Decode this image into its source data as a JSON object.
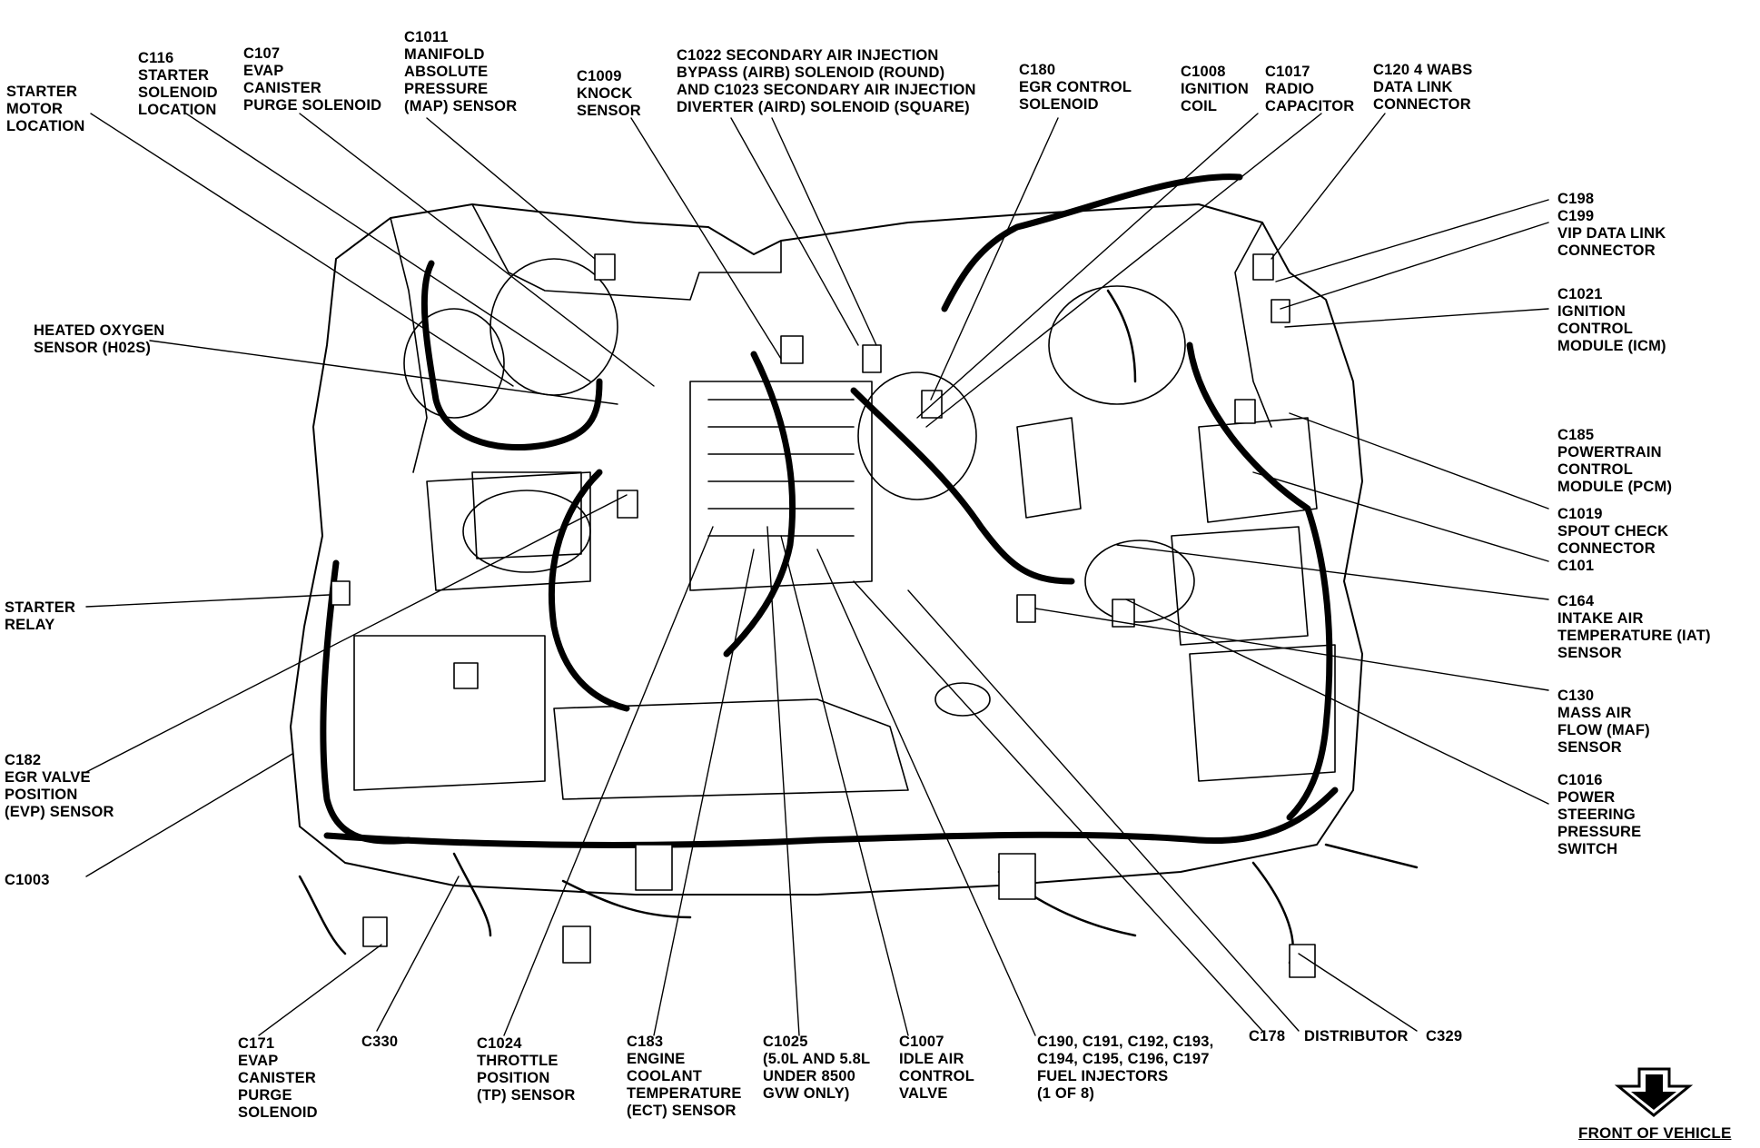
{
  "diagram": {
    "labels": {
      "starter_motor": [
        "STARTER",
        "MOTOR",
        "LOCATION"
      ],
      "c116": [
        "C116",
        "STARTER",
        "SOLENOID",
        "LOCATION"
      ],
      "c107": [
        "C107",
        "EVAP",
        "CANISTER",
        "PURGE SOLENOID"
      ],
      "c1011": [
        "C1011",
        "MANIFOLD",
        "ABSOLUTE",
        "PRESSURE",
        "(MAP) SENSOR"
      ],
      "c1009": [
        "C1009",
        "KNOCK",
        "SENSOR"
      ],
      "c1022": [
        "C1022 SECONDARY AIR INJECTION",
        "BYPASS (AIRB) SOLENOID  (ROUND)",
        "AND C1023 SECONDARY AIR INJECTION",
        "DIVERTER (AIRD) SOLENOID (SQUARE)"
      ],
      "c180": [
        "C180",
        "EGR CONTROL",
        "SOLENOID"
      ],
      "c1008": [
        "C1008",
        "IGNITION",
        "COIL"
      ],
      "c1017": [
        "C1017",
        "RADIO",
        "CAPACITOR"
      ],
      "c120": [
        "C120 4 WABS",
        "DATA LINK",
        "CONNECTOR"
      ],
      "c198": [
        "C198",
        "C199",
        "VIP DATA LINK",
        "CONNECTOR"
      ],
      "c1021": [
        "C1021",
        "IGNITION",
        "CONTROL",
        "MODULE (ICM)"
      ],
      "c185": [
        "C185",
        "POWERTRAIN",
        "CONTROL",
        "MODULE (PCM)"
      ],
      "c1019": [
        "C1019",
        "SPOUT CHECK",
        "CONNECTOR",
        "C101"
      ],
      "c164": [
        "C164",
        "INTAKE AIR",
        "TEMPERATURE (IAT)",
        "SENSOR"
      ],
      "c130": [
        "C130",
        "MASS AIR",
        "FLOW (MAF)",
        "SENSOR"
      ],
      "c1016": [
        "C1016",
        "POWER",
        "STEERING",
        "PRESSURE",
        "SWITCH"
      ],
      "heated_oxygen": [
        "HEATED OXYGEN",
        "SENSOR (H02S)"
      ],
      "starter_relay": [
        "STARTER",
        "RELAY"
      ],
      "c182": [
        "C182",
        "EGR VALVE",
        "POSITION",
        "(EVP) SENSOR"
      ],
      "c1003": [
        "C1003"
      ],
      "c171": [
        "C171",
        "EVAP",
        "CANISTER",
        "PURGE",
        "SOLENOID"
      ],
      "c330": [
        "C330"
      ],
      "c1024": [
        "C1024",
        "THROTTLE",
        "POSITION",
        "(TP) SENSOR"
      ],
      "c183": [
        "C183",
        "ENGINE",
        "COOLANT",
        "TEMPERATURE",
        "(ECT) SENSOR"
      ],
      "c1025": [
        "C1025",
        "(5.0L AND 5.8L",
        "UNDER 8500",
        "GVW ONLY)"
      ],
      "c1007": [
        "C1007",
        "IDLE AIR",
        "CONTROL",
        "VALVE"
      ],
      "c190": [
        "C190, C191, C192, C193,",
        "C194, C195, C196, C197",
        "FUEL INJECTORS",
        "(1 OF 8)"
      ],
      "c178": [
        "C178"
      ],
      "distributor": [
        "DISTRIBUTOR"
      ],
      "c329": [
        "C329"
      ]
    },
    "front_of_vehicle": "FRONT OF VEHICLE",
    "front_arrow_icon": "down-arrow-icon",
    "colors": {
      "ink": "#000000",
      "background": "#ffffff"
    }
  }
}
